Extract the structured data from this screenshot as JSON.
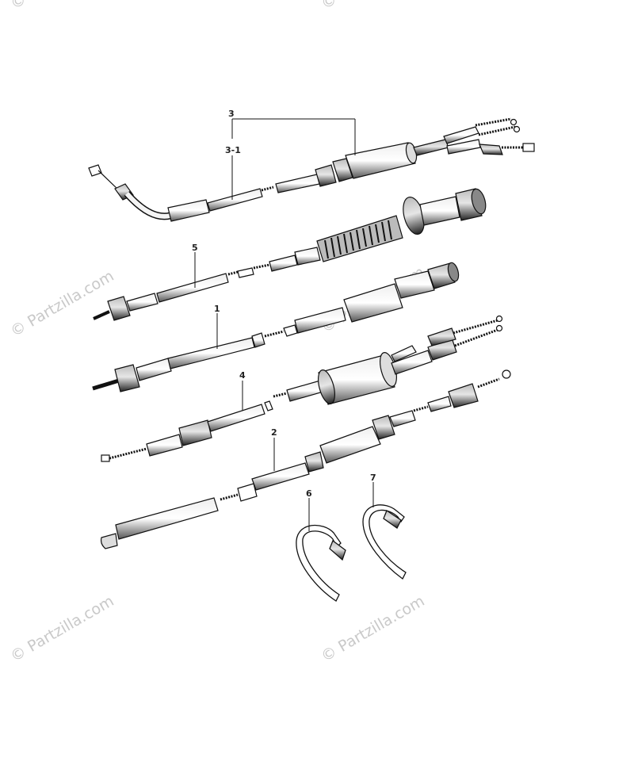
{
  "watermark": {
    "text": "© Partzilla.com"
  },
  "callouts": {
    "c1": "1",
    "c2": "2",
    "c3": "3",
    "c3_1": "3-1",
    "c4": "4",
    "c5": "5",
    "c6": "6",
    "c7": "7"
  }
}
